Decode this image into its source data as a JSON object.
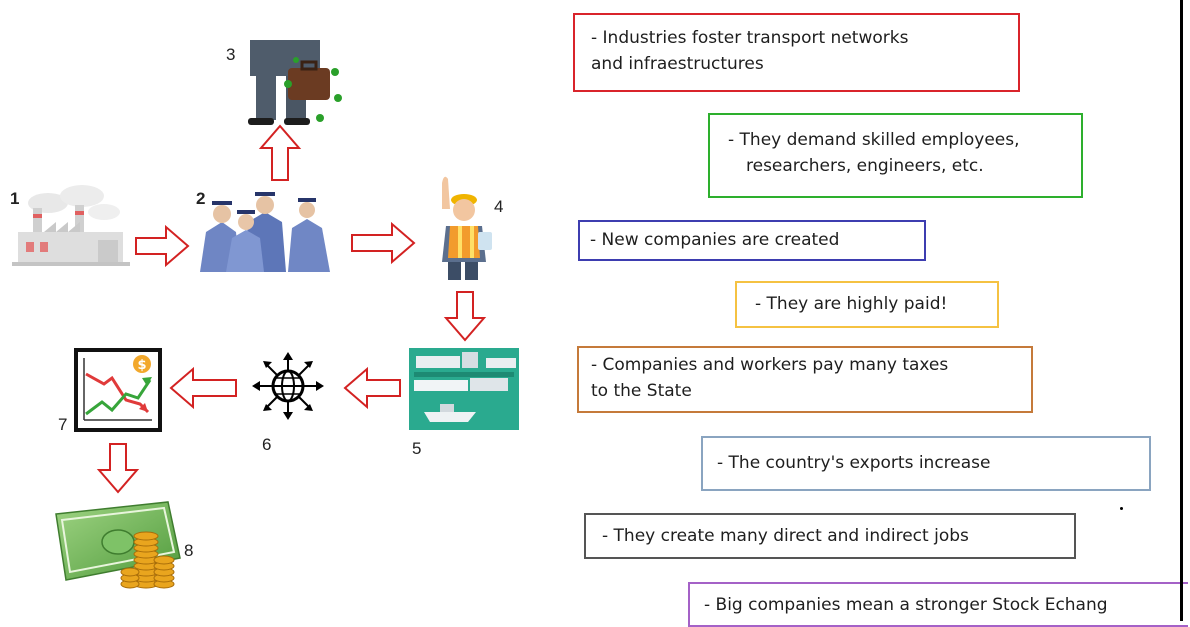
{
  "diagram": {
    "labels": [
      "1",
      "2",
      "3",
      "4",
      "5",
      "6",
      "7",
      "8"
    ],
    "icons": {
      "n1": "factory-icon",
      "n2": "graduates-icon",
      "n3": "businessman-briefcase-icon",
      "n4": "construction-worker-icon",
      "n5": "freight-transport-icon",
      "n6": "globe-network-icon",
      "n7": "stock-chart-icon",
      "n8": "money-coins-icon"
    },
    "arrow_color": "#d32222"
  },
  "statements": [
    {
      "lines": [
        "- Industries foster transport networks",
        "and infraestructures"
      ],
      "color": "#d9242b"
    },
    {
      "lines": [
        "- They demand skilled employees,",
        "researchers, engineers, etc."
      ],
      "color": "#2daf2d"
    },
    {
      "lines": [
        "- New companies are created"
      ],
      "color": "#3d3db0"
    },
    {
      "lines": [
        "- They are highly paid!"
      ],
      "color": "#f5c242"
    },
    {
      "lines": [
        "- Companies and workers pay many taxes",
        "to  the State"
      ],
      "color": "#c57a3a"
    },
    {
      "lines": [
        "- The country's exports increase"
      ],
      "color": "#8aa4c0"
    },
    {
      "lines": [
        "- They create many direct and indirect jobs"
      ],
      "color": "#555555"
    },
    {
      "lines": [
        "- Big companies mean a stronger Stock Echang"
      ],
      "color": "#a461c7"
    }
  ]
}
